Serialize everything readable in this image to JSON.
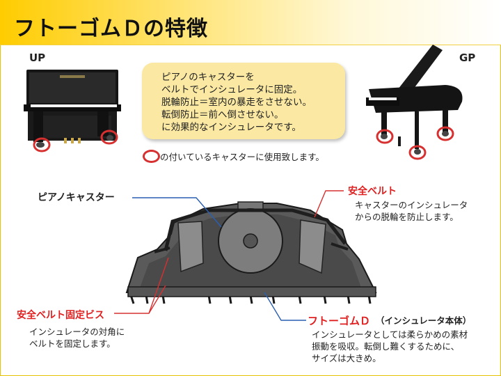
{
  "title": "フトーゴムＤの特徴",
  "up_label": "UP",
  "gp_label": "GP",
  "note_lines": [
    "ピアノのキャスターを",
    "ベルトでインシュレータに固定。",
    "脱輪防止＝室内の暴走をさせない。",
    "転倒防止＝前へ倒させない。",
    "に効果的なインシュレータです。"
  ],
  "legend_text": "の付いているキャスターに使用致します。",
  "caster_label": "ピアノキャスター",
  "safety_belt": {
    "label": "安全ベルト",
    "desc": [
      "キャスターのインシュレータ",
      "からの脱輪を防止します。"
    ]
  },
  "belt_screw": {
    "label": "安全ベルト固定ビス",
    "desc": [
      "インシュレータの対角に",
      "ベルトを固定します。"
    ]
  },
  "product": {
    "label": "フトーゴムＤ",
    "sublabel": "（インシュレータ本体）",
    "desc": [
      "インシュレータとしては柔らかめの素材",
      "振動を吸収。転倒し難くするために、",
      "サイズは大きめ。"
    ]
  },
  "colors": {
    "accent_red": "#e02020",
    "ring_red": "#d63030",
    "title_yellow": "#ffcc00",
    "note_bg": "#fbe9a3",
    "leader_blue": "#2a5fb0"
  }
}
